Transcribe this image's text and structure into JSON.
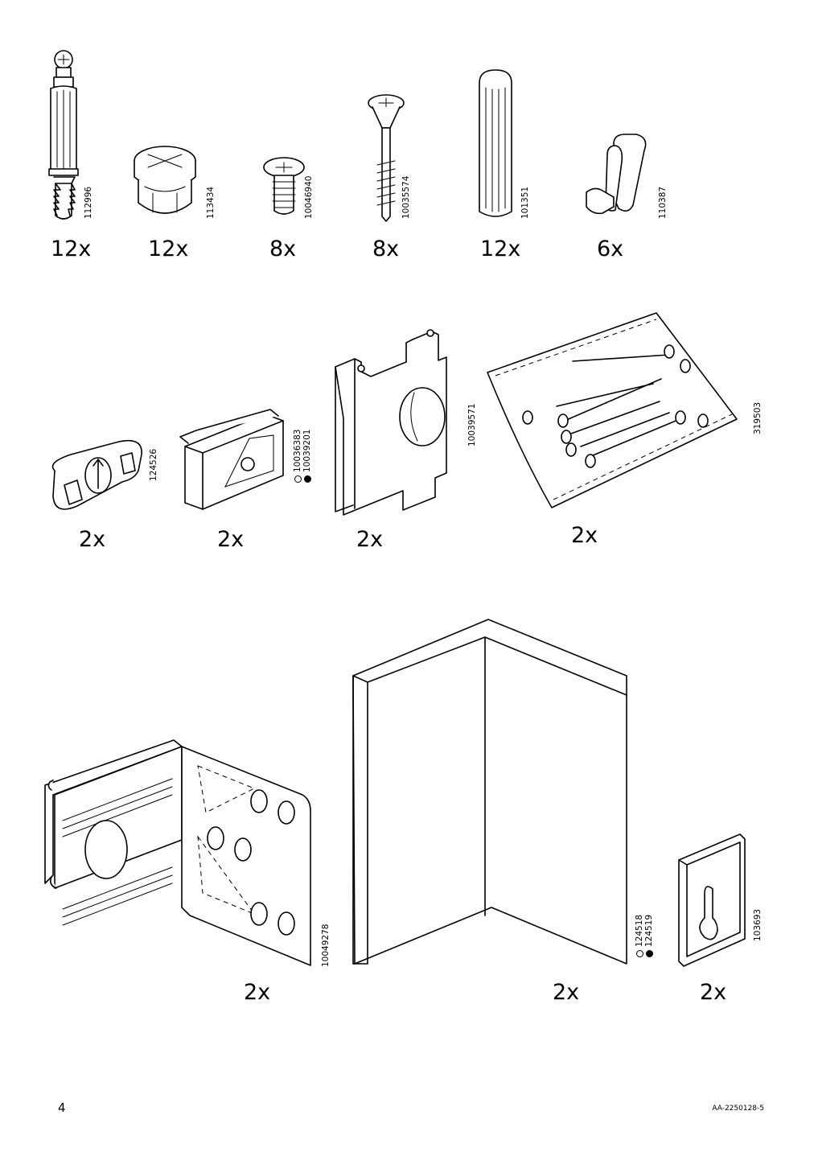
{
  "parts": [
    {
      "id": "cam-dowel",
      "code": "112996",
      "qty": "12x"
    },
    {
      "id": "cam-lock",
      "code": "113434",
      "qty": "12x"
    },
    {
      "id": "short-screw",
      "code": "10046940",
      "qty": "8x"
    },
    {
      "id": "long-screw",
      "code": "10035574",
      "qty": "8x"
    },
    {
      "id": "wood-dowel",
      "code": "101351",
      "qty": "12x"
    },
    {
      "id": "shelf-support",
      "code": "110387",
      "qty": "6x"
    },
    {
      "id": "rail-clip",
      "code": "124526",
      "qty": "2x"
    },
    {
      "id": "connector-block",
      "code_white": "10036383",
      "code_black": "10039201",
      "qty": "2x"
    },
    {
      "id": "mounting-plate",
      "code": "10039571",
      "qty": "2x"
    },
    {
      "id": "nail-bag",
      "code": "319503",
      "qty": "2x"
    },
    {
      "id": "corner-bracket",
      "code": "10049278",
      "qty": "2x"
    },
    {
      "id": "corner-panel",
      "code_white": "124518",
      "code_black": "124519",
      "qty": "2x"
    },
    {
      "id": "keyhole-plate",
      "code": "103693",
      "qty": "2x"
    }
  ],
  "footer": {
    "page_number": "4",
    "doc_code": "AA-2250128-5"
  }
}
